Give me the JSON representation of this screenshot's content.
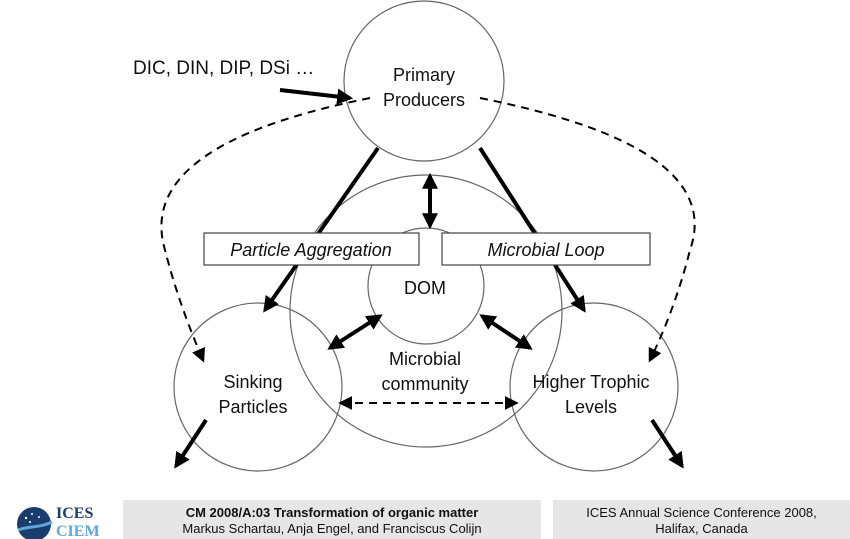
{
  "diagram": {
    "input_label": "DIC, DIN, DIP, DSi …",
    "nodes": {
      "primary_producers": [
        "Primary",
        "Producers"
      ],
      "dom": "DOM",
      "microbial_community": [
        "Microbial",
        "community"
      ],
      "sinking_particles": [
        "Sinking",
        "Particles"
      ],
      "higher_trophic_levels": [
        "Higher Trophic",
        "Levels"
      ]
    },
    "boxes": {
      "particle_aggregation": "Particle Aggregation",
      "microbial_loop": "Microbial Loop"
    }
  },
  "footer": {
    "logo": {
      "top": "ICES",
      "bottom": "CIEM"
    },
    "left": {
      "title": "CM 2008/A:03 Transformation of organic matter",
      "authors": "Markus Schartau, Anja Engel, and Franciscus Colijn"
    },
    "right": {
      "line1": "ICES Annual Science Conference 2008,",
      "line2": "Halifax, Canada"
    }
  }
}
